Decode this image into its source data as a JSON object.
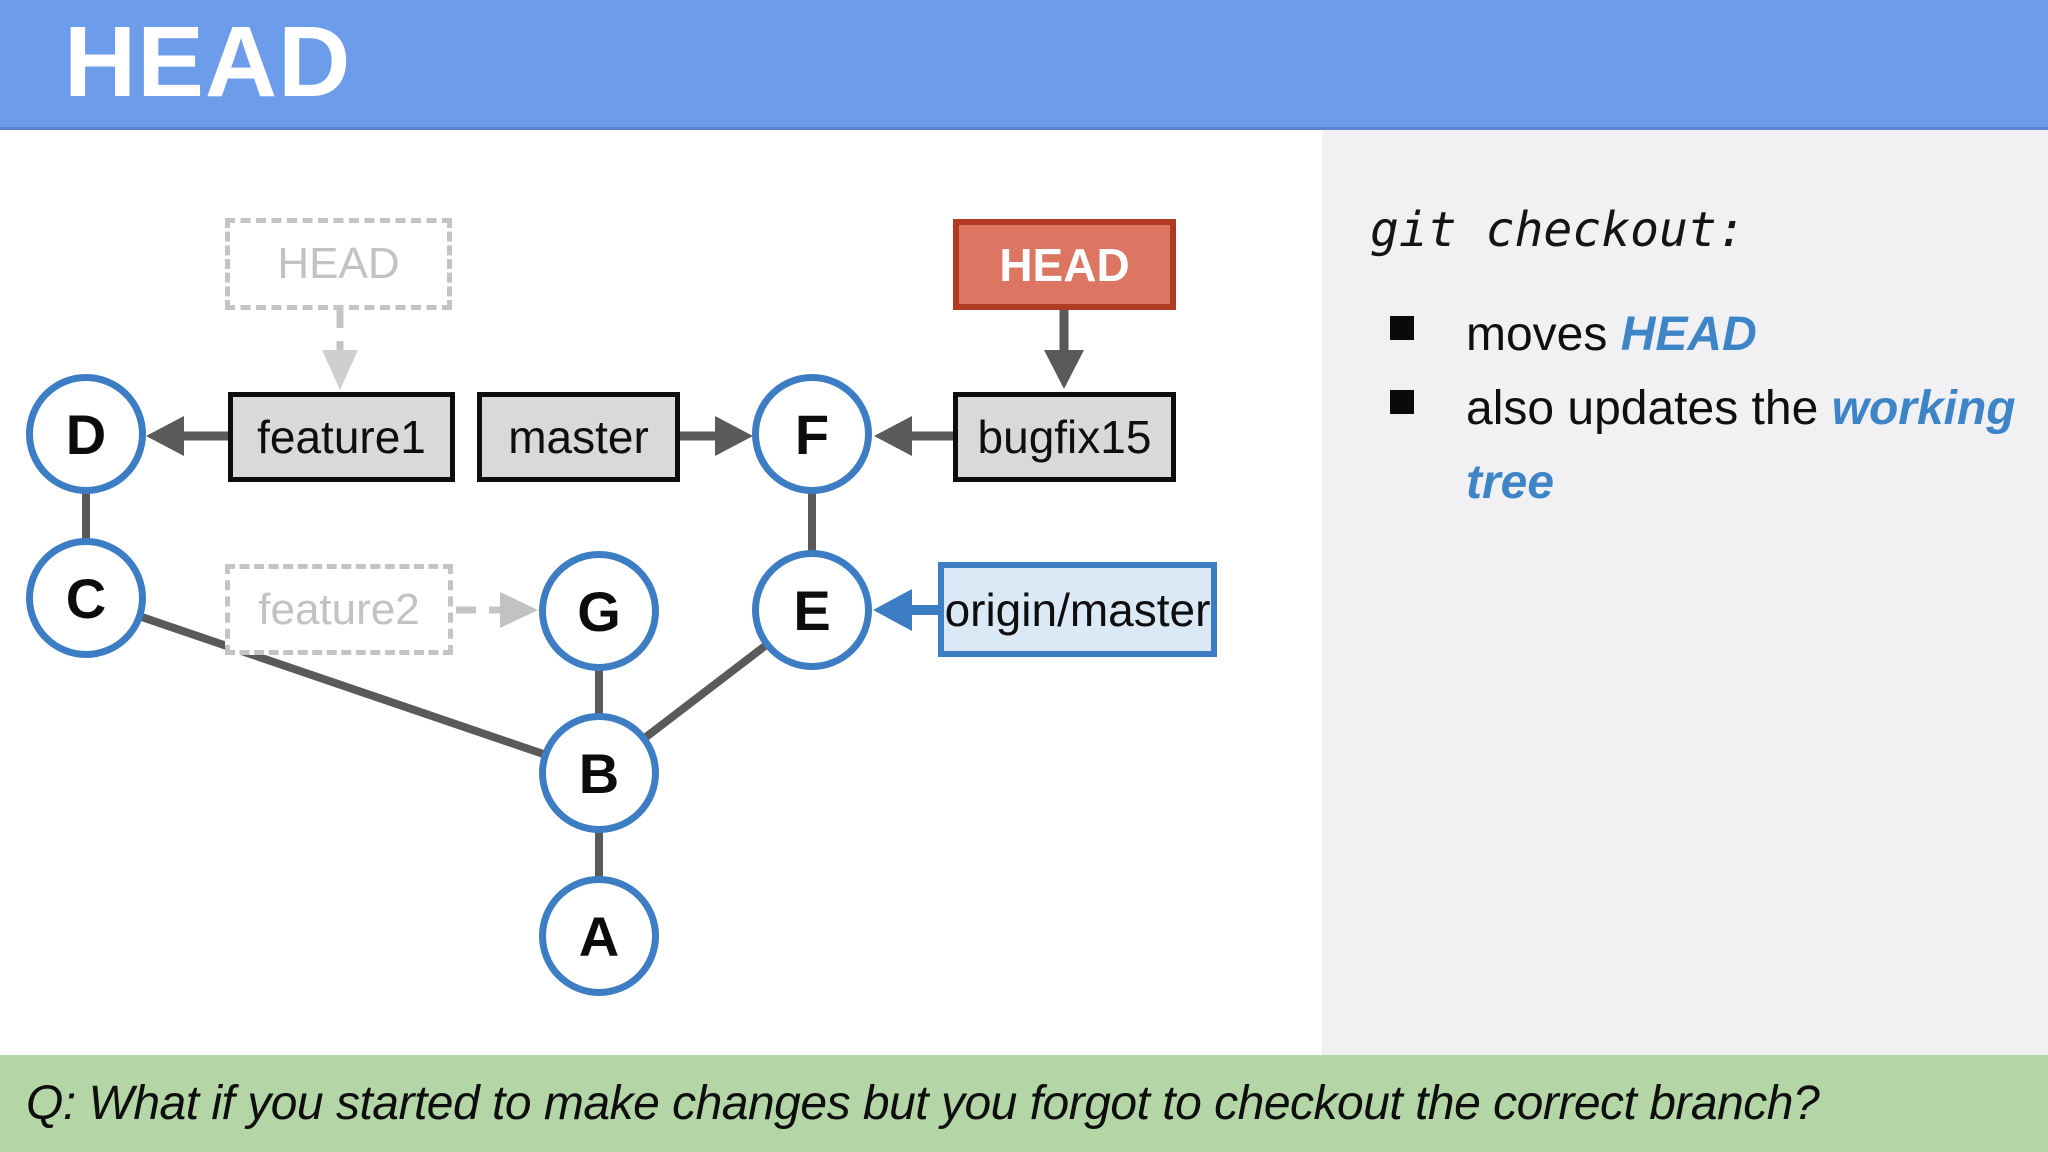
{
  "slide": {
    "title": "HEAD",
    "footer_question": "Q: What if you started to make changes but you forgot to checkout the correct branch?"
  },
  "diagram": {
    "nodes": {
      "A": "A",
      "B": "B",
      "C": "C",
      "D": "D",
      "E": "E",
      "F": "F",
      "G": "G"
    },
    "refs": {
      "ghost_head": "HEAD",
      "feature1": "feature1",
      "master": "master",
      "head": "HEAD",
      "bugfix15": "bugfix15",
      "feature2": "feature2",
      "origin_master": "origin/master"
    },
    "edges": [
      "D-C",
      "F-E",
      "G-B",
      "B-A",
      "C-B",
      "E-B"
    ],
    "arrows": [
      "feature1->D",
      "master->F",
      "bugfix15->F",
      "HEAD->bugfix15",
      "ghost-HEAD->feature1",
      "feature2->G",
      "origin/master->E"
    ]
  },
  "sidebar": {
    "heading": "git checkout:",
    "bullets": [
      {
        "text": "moves ",
        "emphasis": "HEAD"
      },
      {
        "text": "also updates the ",
        "emphasis": "working tree"
      }
    ]
  },
  "colors": {
    "header_bg": "#6d9ceb",
    "commit_blue": "#3c7dc4",
    "emphasis_blue": "#3e85c8",
    "box_gray_fill": "#d9d9d9",
    "head_red_fill": "#dc7663",
    "head_red_border": "#b03a22",
    "remote_fill": "#dbe8f6",
    "ghost_gray": "#c4c4c4",
    "edge_gray": "#5a5a5a",
    "panel_bg": "#f1f0f2",
    "footer_green": "#b4d6a7"
  }
}
